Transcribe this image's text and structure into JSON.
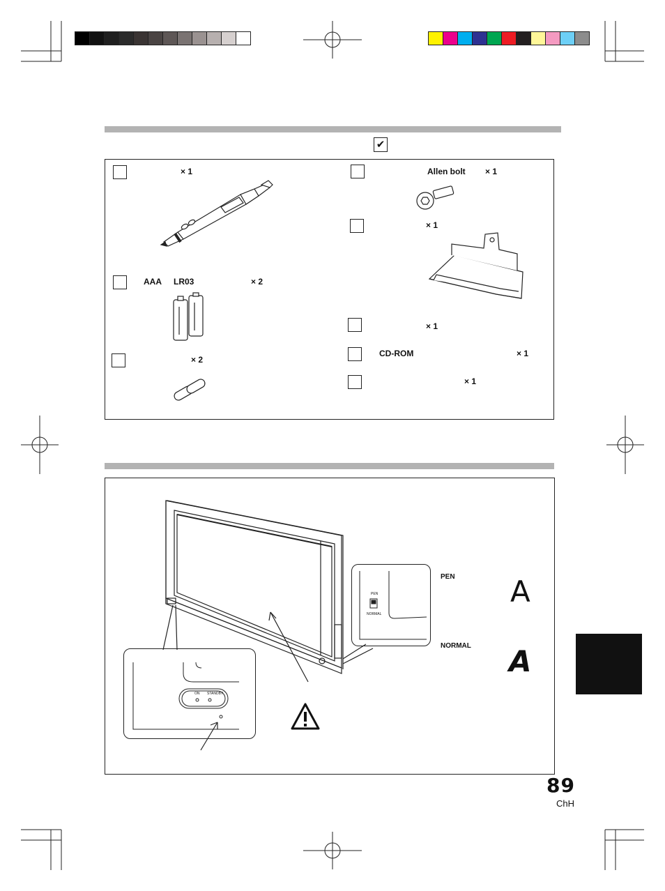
{
  "color_bars": {
    "gray": [
      "#000000",
      "#111111",
      "#1f1f1f",
      "#2b2b2b",
      "#3a3433",
      "#4a4443",
      "#5e5756",
      "#7a7372",
      "#9a9291",
      "#b7b0af",
      "#d6d0cf",
      "#ffffff"
    ],
    "color": [
      "#fff200",
      "#ec008c",
      "#00aeef",
      "#2e3192",
      "#00a651",
      "#ed1c24",
      "#231f20",
      "#fff799",
      "#f49ac1",
      "#6dcff6",
      "#8c8c8c"
    ]
  },
  "check_mark": "✔",
  "accessories": {
    "pen_qty": "× 1",
    "battery_type": "AAA",
    "battery_model": "LR03",
    "battery_qty": "× 2",
    "tip_qty": "× 2",
    "allen_label": "Allen bolt",
    "allen_qty": "× 1",
    "tray_qty": "× 1",
    "item6_qty": "× 1",
    "cdrom_label": "CD-ROM",
    "cdrom_qty": "× 1",
    "item8_qty": "× 1"
  },
  "diagram": {
    "power_on": "ON",
    "power_standby": "STANDBY",
    "switch_pen": "PEN",
    "switch_normal": "NORMAL",
    "mode_pen": "PEN",
    "mode_normal": "NORMAL",
    "sample_letter": "A"
  },
  "page": {
    "number": "89",
    "lang": "ChH"
  }
}
